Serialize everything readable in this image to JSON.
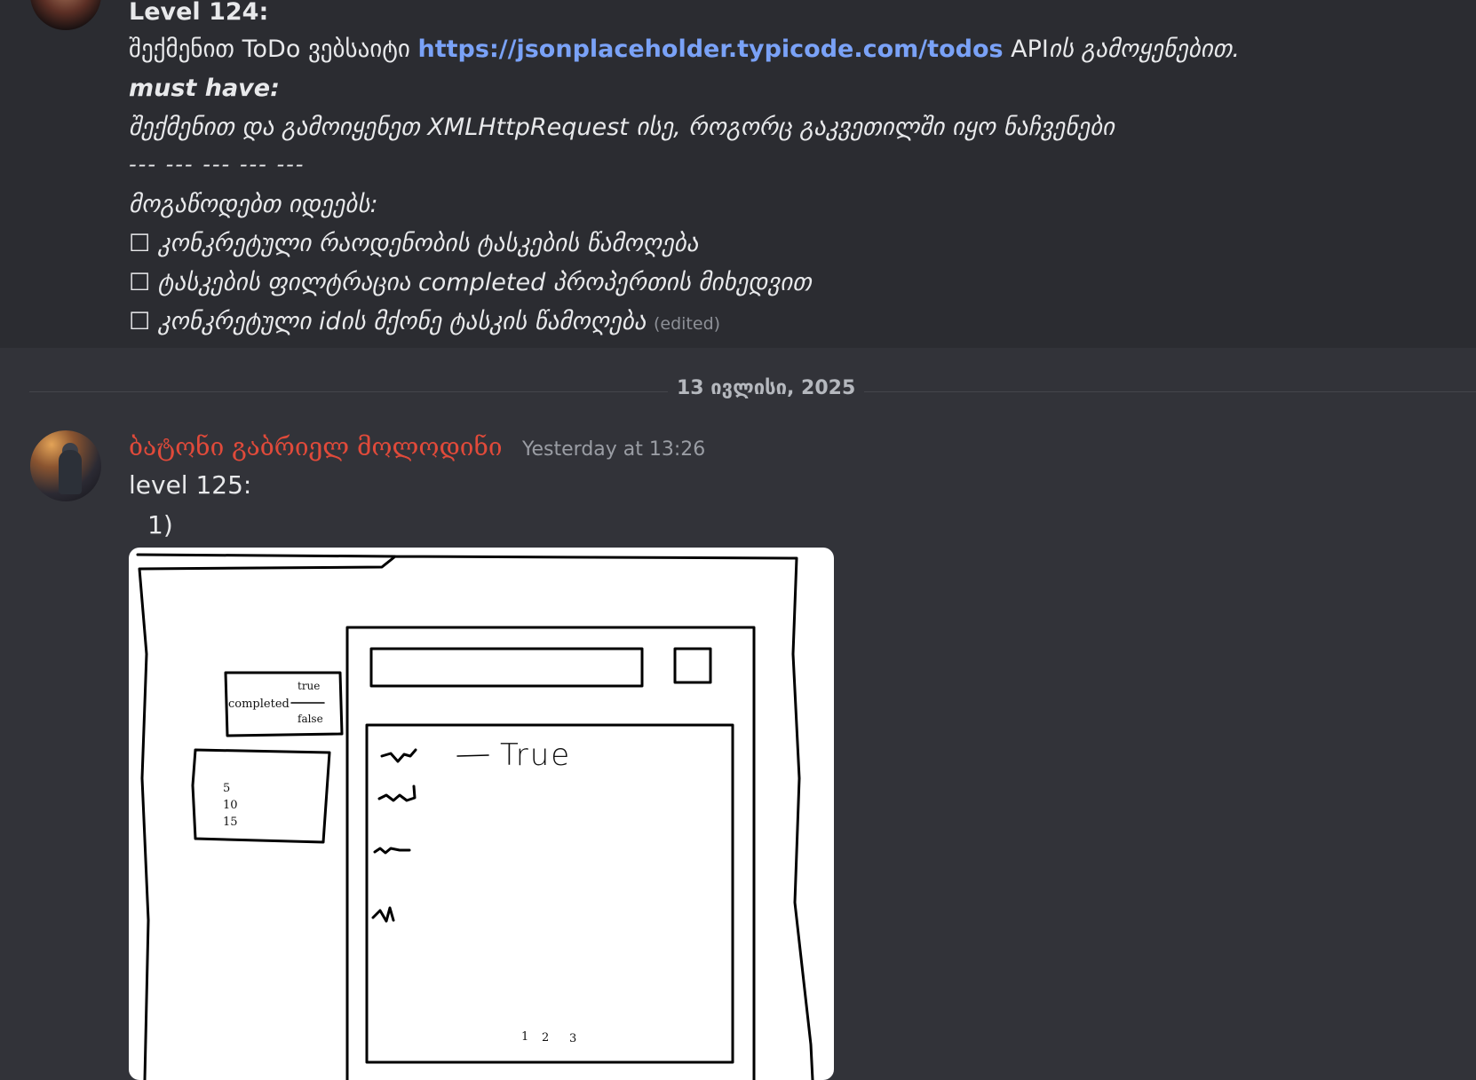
{
  "message_level124": {
    "title": "Level 124:",
    "task_prefix": "შექმენით ToDo ვებსაიტი",
    "api_link": "https://jsonplaceholder.typicode.com/todos",
    "task_suffix_api": "API",
    "task_suffix_rest": "ის გამოყენებით.",
    "must_have_label": "must have:",
    "requirement": "შექმენით და გამოიყენეთ XMLHttpRequest ისე, როგორც გაკვეთილში იყო ნაჩვენები",
    "separator": "--- --- --- --- ---",
    "ideas_label": "მოგაწოდებთ იდეებს:",
    "ideas": [
      "☐ კონკრეტული რაოდენობის ტასკების წამოღება",
      "☐ ტასკების ფილტრაცია completed პროპერთის მიხედვით",
      "☐ კონკრეტული idის მქონე ტასკის წამოღება"
    ],
    "edited": "(edited)"
  },
  "date_divider": "13 ივლისი, 2025",
  "message_level125": {
    "author": "ბატონი გაბრიელ მოლოდინი",
    "timestamp": "Yesterday at 13:26",
    "line1": "level 125:",
    "line2": "1)"
  },
  "attachment_sketch": {
    "filter_box": {
      "label": "completed",
      "option_true": "true",
      "option_false": "false"
    },
    "count_box": {
      "options": [
        "5",
        "10",
        "15"
      ]
    },
    "list_row_value": "True",
    "pagination": [
      "1",
      "2",
      "3"
    ]
  },
  "colors": {
    "background": "#323339",
    "message_highlight": "#2b2c31",
    "link": "#7aa2f7",
    "author_name": "#e04a3a"
  }
}
